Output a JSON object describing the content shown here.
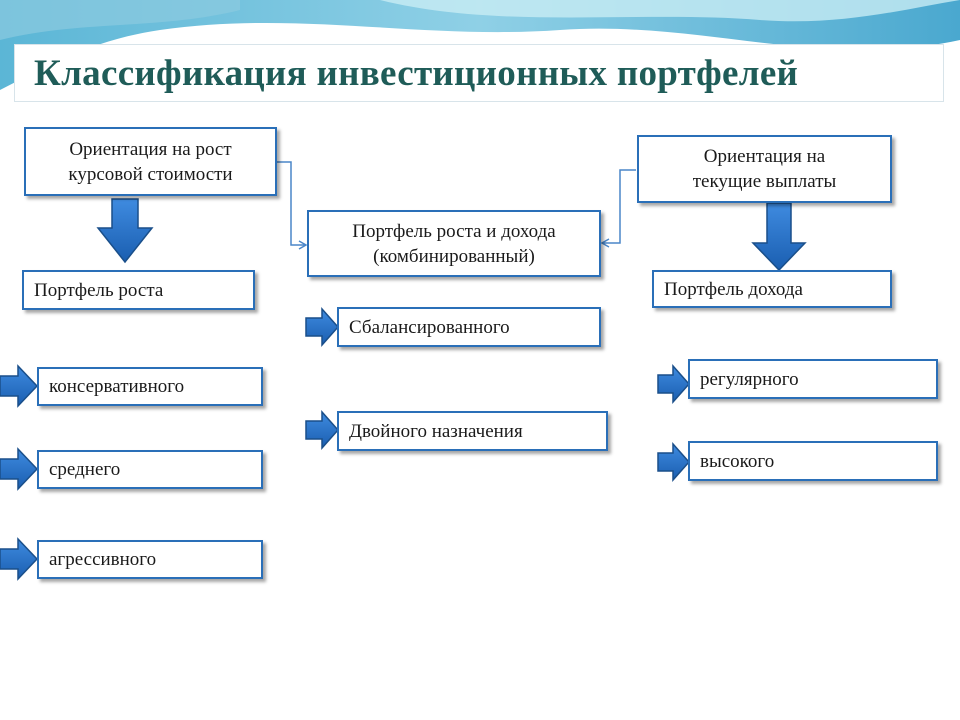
{
  "title": "Классификация инвестиционных портфелей",
  "colors": {
    "title": "#1f5c58",
    "box_border": "#2a6fb8",
    "arrow_fill": "#1f6fc8",
    "arrow_stroke": "#1a4f8a",
    "connector": "#4a86c8"
  },
  "left": {
    "orientation": [
      "Ориентация на рост",
      "курсовой стоимости"
    ],
    "portfolio": "Портфель роста",
    "types": [
      "консервативного",
      "среднего",
      "агрессивного"
    ]
  },
  "center": {
    "portfolio": [
      "Портфель роста и дохода",
      "(комбинированный)"
    ],
    "types": [
      "Сбалансированного",
      "Двойного назначения"
    ]
  },
  "right": {
    "orientation": [
      "Ориентация  на",
      "текущие  выплаты"
    ],
    "portfolio": "Портфель дохода",
    "types": [
      "регулярного",
      "высокого"
    ]
  }
}
